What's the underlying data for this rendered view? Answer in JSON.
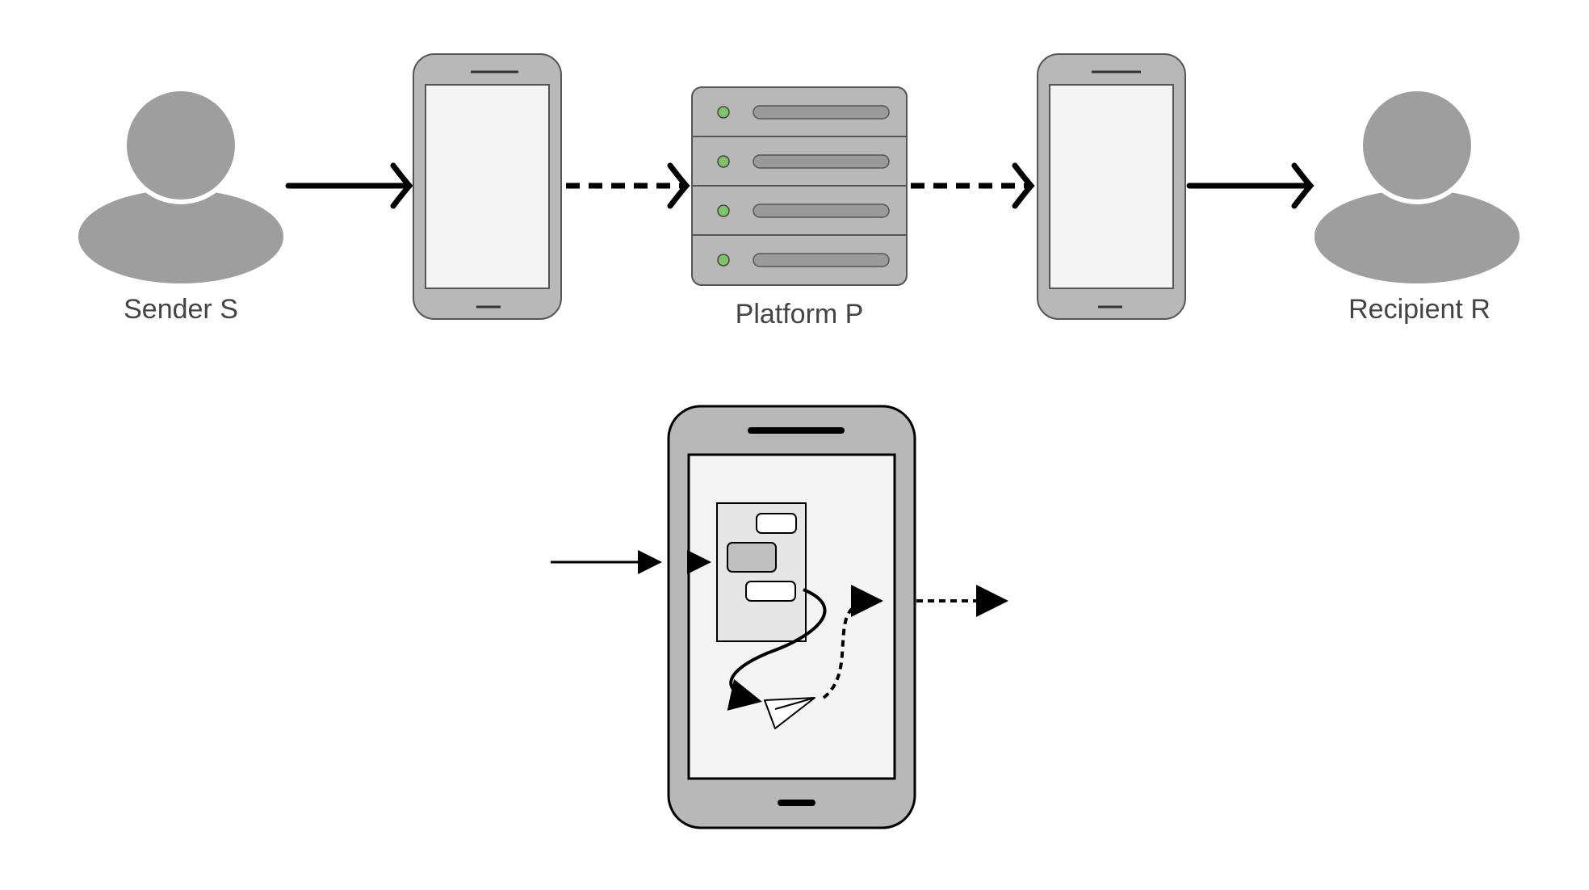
{
  "labels": {
    "sender": "Sender S",
    "platform": "Platform P",
    "recipient": "Recipient R"
  },
  "colors": {
    "person": "#9e9e9e",
    "device_body": "#b8b8b8",
    "device_screen": "#f4f4f4",
    "device_outline": "#555555",
    "server_led": "#7dc36a",
    "server_slot": "#9a9a9a",
    "arrow": "#000000"
  },
  "icons": {
    "sender": "person-icon",
    "sender_device": "smartphone-icon",
    "platform": "server-rack-icon",
    "recipient_device": "smartphone-icon",
    "recipient": "person-icon",
    "detail_device": "smartphone-icon",
    "send": "paper-plane-icon"
  }
}
